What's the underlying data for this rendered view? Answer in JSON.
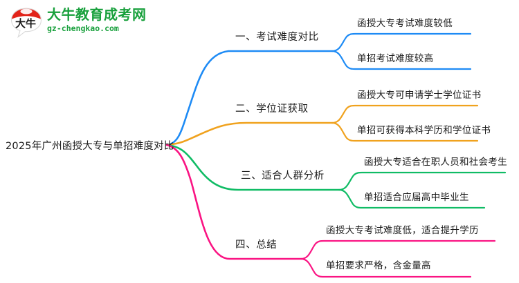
{
  "logo": {
    "mark_text": "大牛",
    "brand_cn": "大牛教育成考网",
    "brand_en": "gz-chengkao.com",
    "brand_color": "#18a03c",
    "mark_color": "#e2231a"
  },
  "mindmap": {
    "root": {
      "label": "2025年广州函授大专与单招难度对比"
    },
    "branches": [
      {
        "label": "一、考试难度对比",
        "color": "#1E8BF5",
        "children": [
          {
            "label": "函授大专考试难度较低"
          },
          {
            "label": "单招考试难度较高"
          }
        ]
      },
      {
        "label": "二、学位证获取",
        "color": "#F0A21E",
        "children": [
          {
            "label": "函授大专可申请学士学位证书"
          },
          {
            "label": "单招可获得本科学历和学位证书"
          }
        ]
      },
      {
        "label": "三、适合人群分析",
        "color": "#10BC65",
        "children": [
          {
            "label": "函授大专适合在职人员和社会考生"
          },
          {
            "label": "单招适合应届高中毕业生"
          }
        ]
      },
      {
        "label": "四、总结",
        "color": "#FA1483",
        "children": [
          {
            "label": "函授大专考试难度低，适合提升学历"
          },
          {
            "label": "单招要求严格，含金量高"
          }
        ]
      }
    ]
  }
}
